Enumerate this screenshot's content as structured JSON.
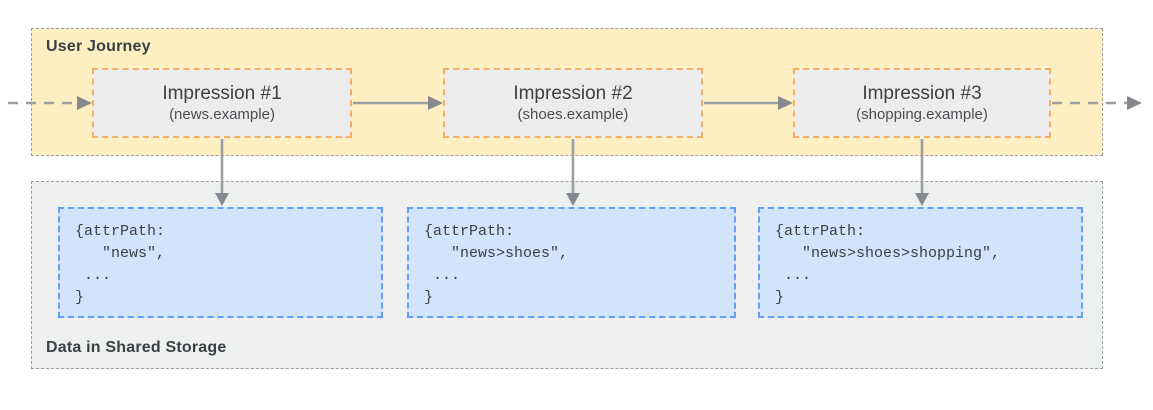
{
  "journey": {
    "label": "User Journey",
    "impressions": [
      {
        "title": "Impression #1",
        "site": "(news.example)"
      },
      {
        "title": "Impression #2",
        "site": "(shoes.example)"
      },
      {
        "title": "Impression #3",
        "site": "(shopping.example)"
      }
    ]
  },
  "storage": {
    "label": "Data in Shared Storage",
    "entries": [
      {
        "code": "{attrPath:\n   \"news\",\n ...\n}"
      },
      {
        "code": "{attrPath:\n   \"news>shoes\",\n ...\n}"
      },
      {
        "code": "{attrPath:\n   \"news>shoes>shopping\",\n ...\n}"
      }
    ]
  },
  "colors": {
    "journey_fill": "#FEEFC3",
    "impression_fill": "#ECECEC",
    "impression_border": "#F5AF63",
    "storage_fill": "#EEEFEF",
    "entry_fill": "#D2E3FC",
    "entry_border": "#669DF6",
    "container_border": "#9AA0A6",
    "arrow": "#9B9FA3",
    "text": "#3C4043"
  }
}
